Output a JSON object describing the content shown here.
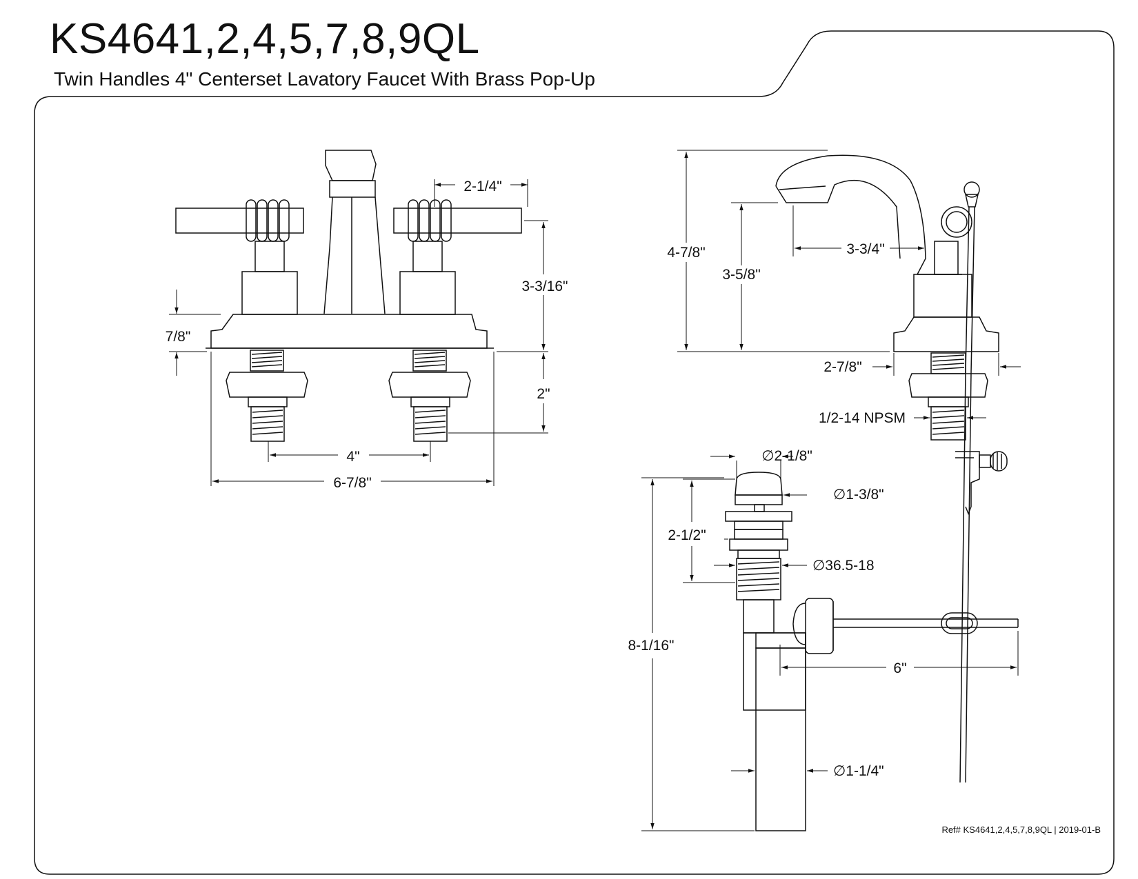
{
  "header": {
    "title": "KS4641,2,4,5,7,8,9QL",
    "subtitle": "Twin Handles 4\" Centerset Lavatory Faucet With Brass Pop-Up"
  },
  "footer": {
    "ref": "Ref# KS4641,2,4,5,7,8,9QL | 2019-01-B"
  },
  "front_view": {
    "dim_handle_offset": "2-1/4\"",
    "dim_spout_height": "3-3/16\"",
    "dim_base_height": "7/8\"",
    "dim_shank_length": "2\"",
    "dim_center": "4\"",
    "dim_overall_width": "6-7/8\""
  },
  "side_view": {
    "dim_overall_height": "4-7/8\"",
    "dim_spout_clearance": "3-5/8\"",
    "dim_spout_reach": "3-3/4\"",
    "dim_base_depth": "2-7/8\"",
    "dim_thread": "1/2-14 NPSM"
  },
  "drain_view": {
    "dim_flange_dia": "∅2-1/8\"",
    "dim_cap_dia": "∅1-3/8\"",
    "dim_upper_height": "2-1/2\"",
    "dim_thread": "∅36.5-18",
    "dim_total_length": "8-1/16\"",
    "dim_rod_length": "6\"",
    "dim_tail_dia": "∅1-1/4\""
  },
  "colors": {
    "line": "#111111",
    "background": "#ffffff"
  }
}
